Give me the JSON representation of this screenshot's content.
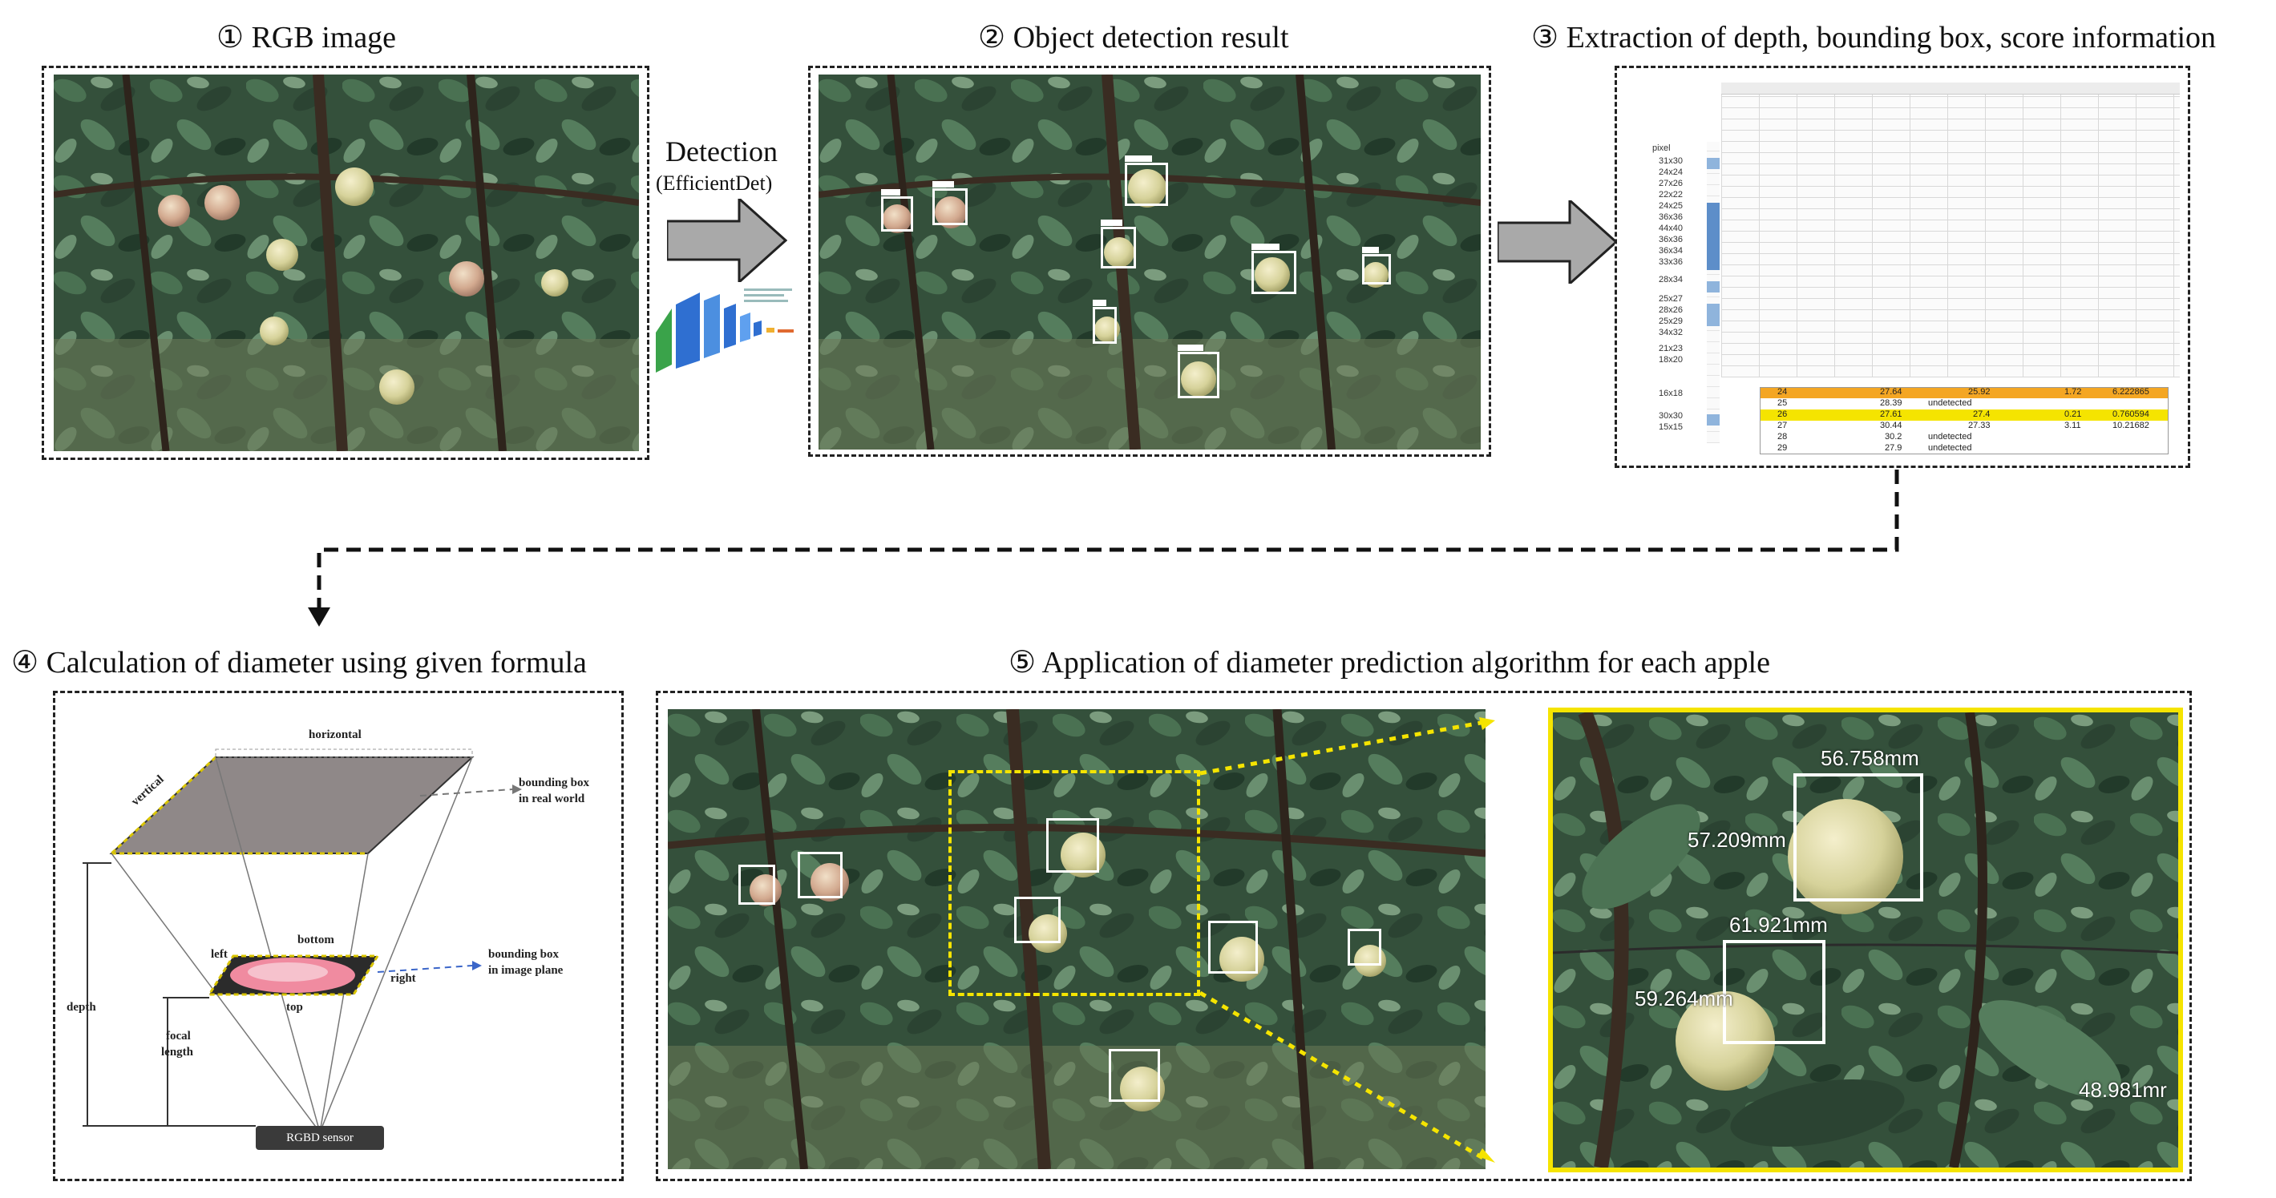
{
  "steps": {
    "s1": "① RGB image",
    "s2": "② Object detection result",
    "s3": "③ Extraction of depth, bounding box, score information",
    "s4": "④ Calculation of diameter using given formula",
    "s5": "⑤ Application of diameter prediction algorithm for each apple"
  },
  "arrow1": {
    "label": "Detection",
    "sub": "(EfficientDet)"
  },
  "sheet": {
    "header_col": "pixel",
    "pixel_labels": [
      "31x30",
      "24x24",
      "27x26",
      "22x22",
      "24x25",
      "36x36",
      "44x40",
      "36x36",
      "36x34",
      "33x36",
      "28x34",
      "25x27",
      "28x26",
      "25x29",
      "34x32",
      "21x23",
      "18x20",
      "16x18",
      "30x30",
      "15x15"
    ],
    "rows": [
      {
        "id": "24",
        "a": "27.64",
        "b": "25.92",
        "c": "1.72",
        "d": "6.222865",
        "hl": "orange"
      },
      {
        "id": "25",
        "a": "28.39",
        "b": "undetected",
        "c": "",
        "d": "",
        "hl": ""
      },
      {
        "id": "26",
        "a": "27.61",
        "b": "27.4",
        "c": "0.21",
        "d": "0.760594",
        "hl": "yellow"
      },
      {
        "id": "27",
        "a": "30.44",
        "b": "27.33",
        "c": "3.11",
        "d": "10.21682",
        "hl": ""
      },
      {
        "id": "28",
        "a": "30.2",
        "b": "undetected",
        "c": "",
        "d": "",
        "hl": ""
      },
      {
        "id": "29",
        "a": "27.9",
        "b": "undetected",
        "c": "",
        "d": "",
        "hl": ""
      }
    ]
  },
  "diagram": {
    "horizontal": "horizontal",
    "vertical": "vertical",
    "bbox_real": "bounding box",
    "bbox_real2": "in real world",
    "bottom": "bottom",
    "left": "left",
    "right": "right",
    "top": "top",
    "bbox_image": "bounding box",
    "bbox_image2": "in image plane",
    "depth": "depth",
    "focal": "focal",
    "length": "length",
    "sensor": "RGBD sensor"
  },
  "zoom_labels": {
    "a": "56.758mm",
    "b": "57.209mm",
    "c": "61.921mm",
    "d": "59.264mm",
    "e": "48.981mr"
  },
  "colors": {
    "leaf_dark": "#27402e",
    "leaf_mid": "#3f6448",
    "apple": "#e6e0b0",
    "highlight_yellow": "#f5e400",
    "highlight_orange": "#f4a623",
    "highlight_blue": "#8fb4dc"
  }
}
